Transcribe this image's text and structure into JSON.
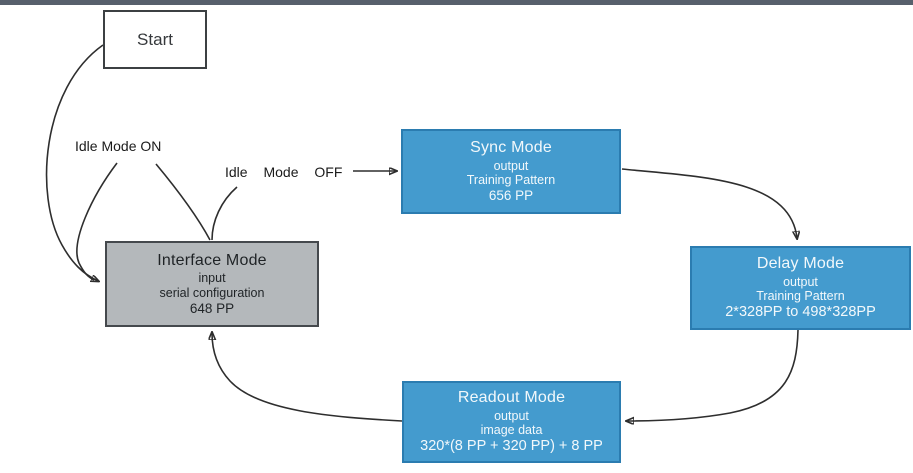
{
  "page": {
    "top_bar_color": "#57606c",
    "background": "#ffffff"
  },
  "colors": {
    "node_blue_fill": "#449bce",
    "node_blue_border": "#2b7cb0",
    "node_gray_fill": "#b4b8bb",
    "node_gray_border": "#45494d",
    "arrow": "#2e2e2e"
  },
  "nodes": {
    "start": {
      "label": "Start"
    },
    "sync": {
      "title": "Sync Mode",
      "lines": [
        "output",
        "Training Pattern",
        "656 PP"
      ]
    },
    "interface": {
      "title": "Interface Mode",
      "lines": [
        "input",
        "serial configuration",
        "648 PP"
      ]
    },
    "delay": {
      "title": "Delay Mode",
      "lines": [
        "output",
        "Training Pattern",
        "2*328PP to 498*328PP"
      ]
    },
    "readout": {
      "title": "Readout Mode",
      "lines": [
        "output",
        "image data",
        "320*(8 PP + 320 PP) + 8 PP"
      ]
    }
  },
  "edge_labels": {
    "idle_mode_on": "Idle Mode ON",
    "idle_mode_off": "Idle Mode OFF"
  },
  "edges": [
    {
      "from": "Start",
      "to": "Interface Mode",
      "label": ""
    },
    {
      "from": "Interface Mode",
      "to": "Interface Mode",
      "label": "Idle Mode ON"
    },
    {
      "from": "Interface Mode",
      "to": "Sync Mode",
      "label": "Idle Mode OFF"
    },
    {
      "from": "Sync Mode",
      "to": "Delay Mode",
      "label": ""
    },
    {
      "from": "Delay Mode",
      "to": "Readout Mode",
      "label": ""
    },
    {
      "from": "Readout Mode",
      "to": "Interface Mode",
      "label": ""
    }
  ]
}
